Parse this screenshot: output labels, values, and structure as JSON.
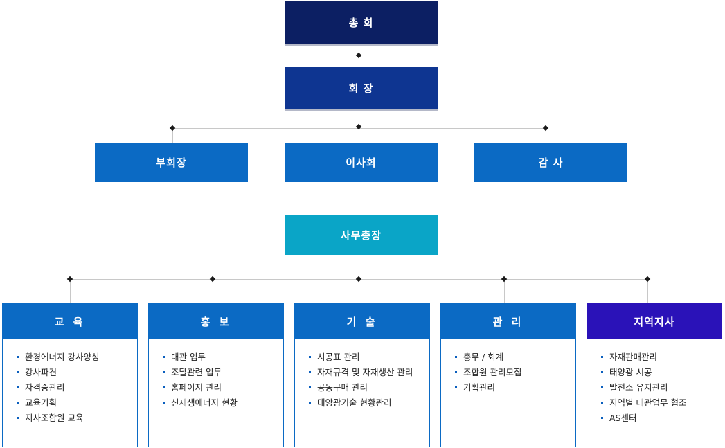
{
  "nodes": {
    "assembly": "총 회",
    "chairman": "회 장",
    "vice_chairman": "부회장",
    "board": "이사회",
    "auditor": "감 사",
    "secretary_general": "사무총장"
  },
  "departments": [
    {
      "title": "교 육",
      "items": [
        "환경에너지 강사양성",
        "강사파견",
        "자격증관리",
        "교육기획",
        "지사조합원 교육"
      ]
    },
    {
      "title": "홍 보",
      "items": [
        "대관 업무",
        "조달관련 업무",
        "홈페이지 관리",
        "신재생에너지 현황"
      ]
    },
    {
      "title": "기 술",
      "items": [
        "시공표 관리",
        "자재규격 및 자재생산 관리",
        "공동구매 관리",
        "태양광기술 현황관리"
      ]
    },
    {
      "title": "관 리",
      "items": [
        "총무 / 회계",
        "조합원 관리모집",
        "기획관리"
      ]
    },
    {
      "title": "지역지사",
      "items": [
        "자재판매관리",
        "태양광 시공",
        "발전소 유지관리",
        "지역별 대관업무 협조",
        "AS센터"
      ]
    }
  ],
  "colors": {
    "assembly": "#0c1f63",
    "chairman": "#0e3591",
    "mid": "#0b6ac4",
    "secretary": "#0aa5c7",
    "dept": "#0b6ac4",
    "regional": "#2a12b8",
    "connector": "#c8c8c8"
  }
}
